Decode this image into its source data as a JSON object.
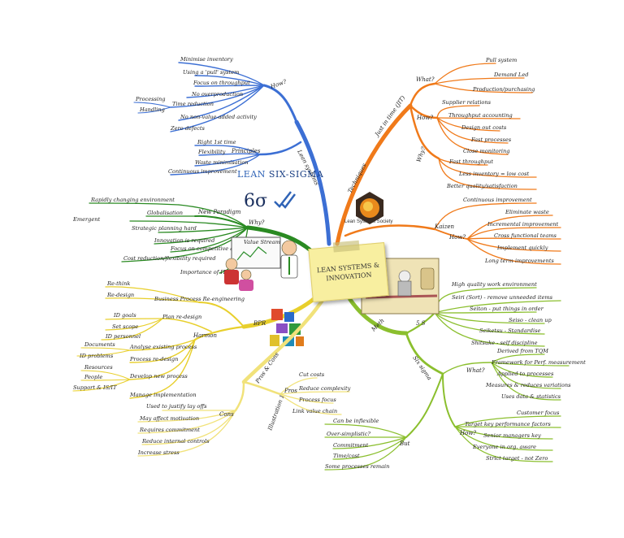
{
  "center": {
    "line1": "LEAN SYSTEMS &",
    "line2": "INNOVATION"
  },
  "logo": {
    "lean": "LEAN",
    "six": "SIX-SIGMA"
  },
  "society": "Lean Systems Society",
  "colors": {
    "blue": "#3c6fd4",
    "orange": "#f07a1a",
    "green": "#39a12a",
    "yellow": "#e8cf2c",
    "lime": "#8bbf2e"
  },
  "branches": {
    "lean_systems": {
      "label": "Lean systems",
      "how": {
        "label": "How?",
        "items": [
          "Minimise inventory",
          "Using a 'pull' system",
          "Focus on throughput",
          "No overproduction",
          "Time reduction",
          "No non-value-added activity",
          "Zero defects"
        ],
        "time_reduction_sub": [
          "Processing",
          "Handling"
        ]
      },
      "principles": {
        "label": "Principles",
        "items": [
          "Right 1st time",
          "Flexibility",
          "Waste minimisation",
          "Continuous improvement"
        ]
      }
    },
    "techniques": {
      "label": "Techniques",
      "jit": {
        "label": "Just in time (JIT)",
        "what": {
          "label": "What?",
          "items": [
            "Pull system",
            "Demand Led",
            "Production/purchasing"
          ]
        },
        "how": {
          "label": "How?",
          "items": [
            "Supplier relations",
            "Throughput accounting",
            "Design out costs",
            "Fast processes",
            "Close monitoring"
          ]
        },
        "why": {
          "label": "Why?",
          "items": [
            "Fast throughput",
            "Less inventory = low cost",
            "Better quality/satisfaction"
          ]
        }
      },
      "kaizen": {
        "label": "Kaizen",
        "items": [
          "Continuous improvement"
        ],
        "how": {
          "label": "How?",
          "items": [
            "Eliminate waste",
            "Incremental improvement",
            "Cross functional teams",
            "Implement quickly",
            "Long term improvements"
          ]
        }
      }
    },
    "why": {
      "label": "Why?",
      "new_paradigm": {
        "label": "New Paradigm",
        "items": [
          "Rapidly changing environment",
          "Globalisation"
        ]
      },
      "items": [
        "Strategic planning hard",
        "Innovation is required",
        "Focus on competitive adv.",
        "Cost reduction/flexibility required",
        "Importance of IT"
      ],
      "emergent": "Emergent"
    },
    "bpr": {
      "label": "BPR",
      "title": "Business Process Re-engineering",
      "sub1": [
        "Re-think",
        "Re-design"
      ],
      "plan": {
        "label": "Plan re-design",
        "items": [
          "ID goals",
          "Set scope",
          "ID personnel"
        ]
      },
      "harmon": "Harmon",
      "analyse": {
        "label": "Analyse existing process",
        "items": [
          "Documents",
          "ID problems"
        ]
      },
      "process_redesign": "Process re-design",
      "develop": {
        "label": "Develop new process",
        "items": [
          "Resources",
          "People",
          "Support & IS/IT"
        ]
      },
      "manage": "Manage implementation"
    },
    "pros_cons": {
      "label": "Pros & Cons",
      "pros": {
        "label": "Pros",
        "items": [
          "Cut costs",
          "Reduce complexity",
          "Process focus",
          "Link value chain"
        ]
      },
      "cons": {
        "label": "Cons",
        "items": [
          "Used to justify lay offs",
          "May affect motivation",
          "Requires commitment",
          "Reduce internal controls",
          "Increase stress"
        ]
      },
      "illustration": "Illustration 1"
    },
    "meth": {
      "label": "Meth",
      "top": "High quality work environment",
      "fives": {
        "label": "5 S",
        "items": [
          "Seiri (Sort) - remove unneeded items",
          "Seiton - put things in order",
          "Seiso - clean up",
          "Seiketsu - Standardise",
          "Shitsuke - self discipline"
        ]
      },
      "six_sigma": {
        "label": "Six sigma",
        "what": {
          "label": "What?",
          "items": [
            "Derived from TQM",
            "Framework for Perf. measurement",
            "Applied to processes",
            "Measures & reduces variations",
            "Uses data & statistics"
          ]
        },
        "how": {
          "label": "How?",
          "items": [
            "Customer focus",
            "Target key performance factors",
            "Senior managers key",
            "Everyone in org. aware",
            "Strict target - not Zero"
          ]
        },
        "but": {
          "label": "But",
          "items": [
            "Can be inflexible",
            "Over-simplistic?",
            "Commitment",
            "Time/cost",
            "Some processes remain"
          ]
        }
      }
    }
  }
}
